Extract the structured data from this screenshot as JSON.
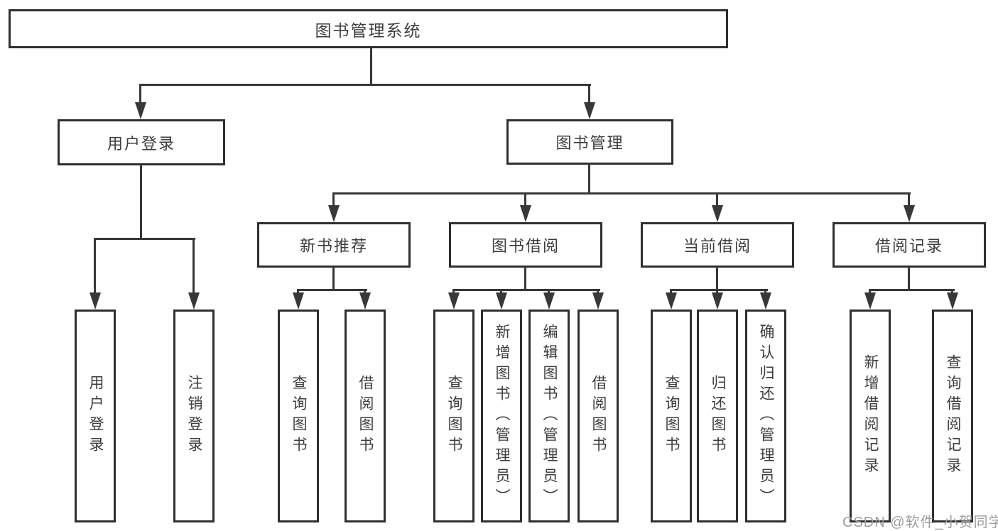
{
  "diagram": {
    "root": {
      "label": "图书管理系统"
    },
    "branches": [
      {
        "label": "用户登录",
        "children": [
          {
            "label": "用户登录"
          },
          {
            "label": "注销登录"
          }
        ]
      },
      {
        "label": "图书管理",
        "groups": [
          {
            "label": "新书推荐",
            "children": [
              {
                "label": "查询图书"
              },
              {
                "label": "借阅图书"
              }
            ]
          },
          {
            "label": "图书借阅",
            "children": [
              {
                "label": "查询图书"
              },
              {
                "label": "新增图书（管理员）"
              },
              {
                "label": "编辑图书（管理员）"
              },
              {
                "label": "借阅图书"
              }
            ]
          },
          {
            "label": "当前借阅",
            "children": [
              {
                "label": "查询图书"
              },
              {
                "label": "归还图书"
              },
              {
                "label": "确认归还（管理员）"
              }
            ]
          },
          {
            "label": "借阅记录",
            "children": [
              {
                "label": "新增借阅记录"
              },
              {
                "label": "查询借阅记录"
              }
            ]
          }
        ]
      }
    ]
  },
  "watermark": {
    "text": "CSDN @软件_小贺同学"
  },
  "colors": {
    "line": "#383838",
    "border": "#2f2f2f",
    "text": "#3d3d3d",
    "wm": "#9e9e9e",
    "bg": "#ffffff"
  }
}
